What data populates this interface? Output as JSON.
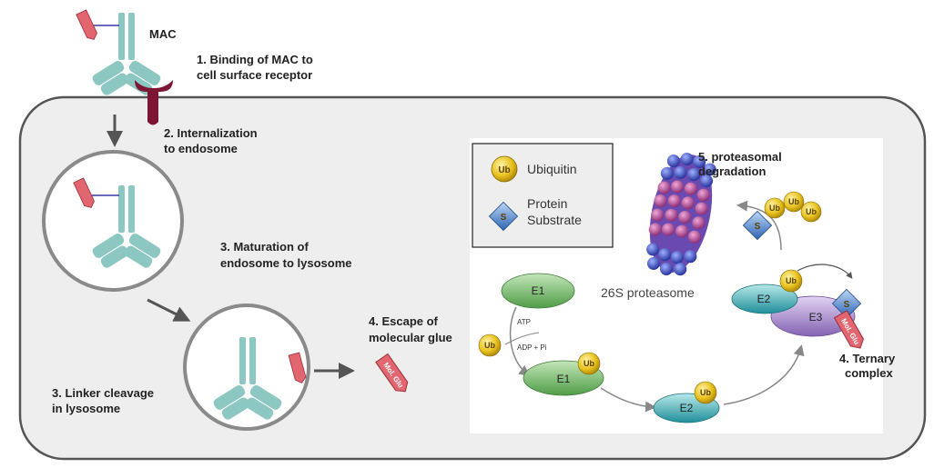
{
  "labels": {
    "mac": "MAC",
    "step1_line1": "1. Binding of MAC to",
    "step1_line2": "cell surface receptor",
    "step2_line1": "2. Internalization",
    "step2_line2": "to endosome",
    "step3a_line1": "3. Maturation of",
    "step3a_line2": "endosome to lysosome",
    "step3b_line1": "3. Linker cleavage",
    "step3b_line2": "in lysosome",
    "step4a_line1": "4. Escape of",
    "step4a_line2": "molecular glue",
    "step5_line1": "5. proteasomal",
    "step5_line2": "degradation",
    "step4b_line1": "4. Ternary",
    "step4b_line2": "complex",
    "proteasome": "26S proteasome",
    "atp": "ATP",
    "adp": "ADP + Pi"
  },
  "legend": {
    "ub_symbol": "Ub",
    "ub_label": "Ubiquitin",
    "s_symbol": "S",
    "protein_line1": "Protein",
    "protein_line2": "Substrate"
  },
  "enzymes": {
    "e1_top": "E1",
    "e1_bottom": "E1",
    "e2_bottom": "E2",
    "e2_complex": "E2",
    "e3": "E3"
  },
  "tags": {
    "ub": "Ub",
    "s": "S",
    "glue": "Mol. Glu"
  },
  "colors": {
    "cell_fill": "#eeeeee",
    "antibody": "#8cc7c2",
    "receptor": "#7d1535",
    "glue": "#e26670",
    "ubiquitin": "#e8c21e",
    "e1": "#63ad5b",
    "e2": "#2fa4ad",
    "e3": "#9a79c4",
    "substrate": "#4f84cf"
  }
}
